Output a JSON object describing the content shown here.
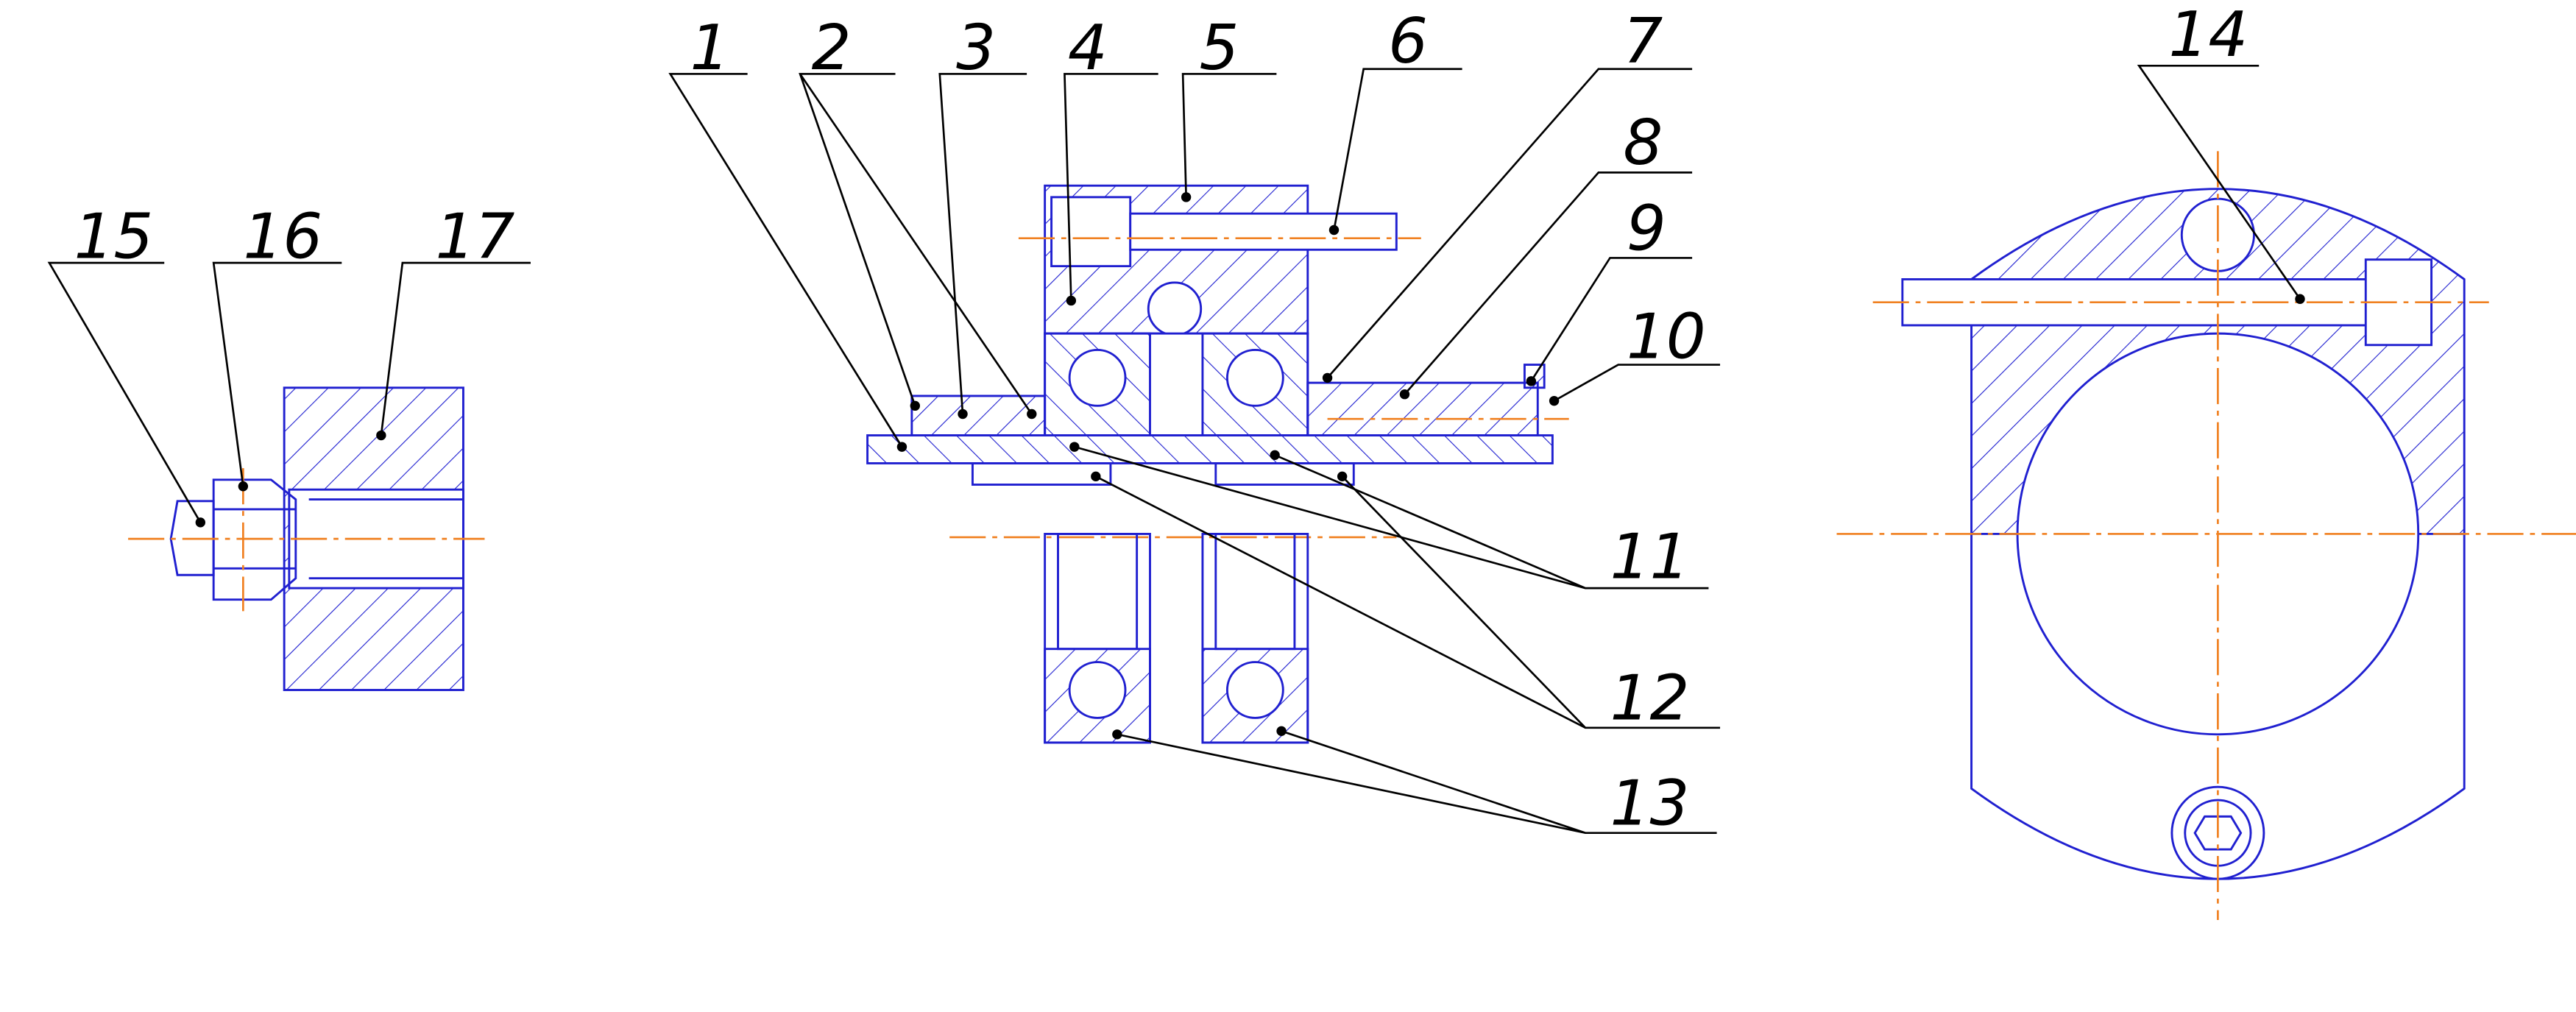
{
  "drawing": {
    "title": "Assembly drawing with numbered part callouts",
    "colors": {
      "outline": "#2020d0",
      "axis": "#f08020",
      "text": "#000000"
    },
    "callouts": [
      "1",
      "2",
      "3",
      "4",
      "5",
      "6",
      "7",
      "8",
      "9",
      "10",
      "11",
      "12",
      "13",
      "14",
      "15",
      "16",
      "17"
    ]
  }
}
